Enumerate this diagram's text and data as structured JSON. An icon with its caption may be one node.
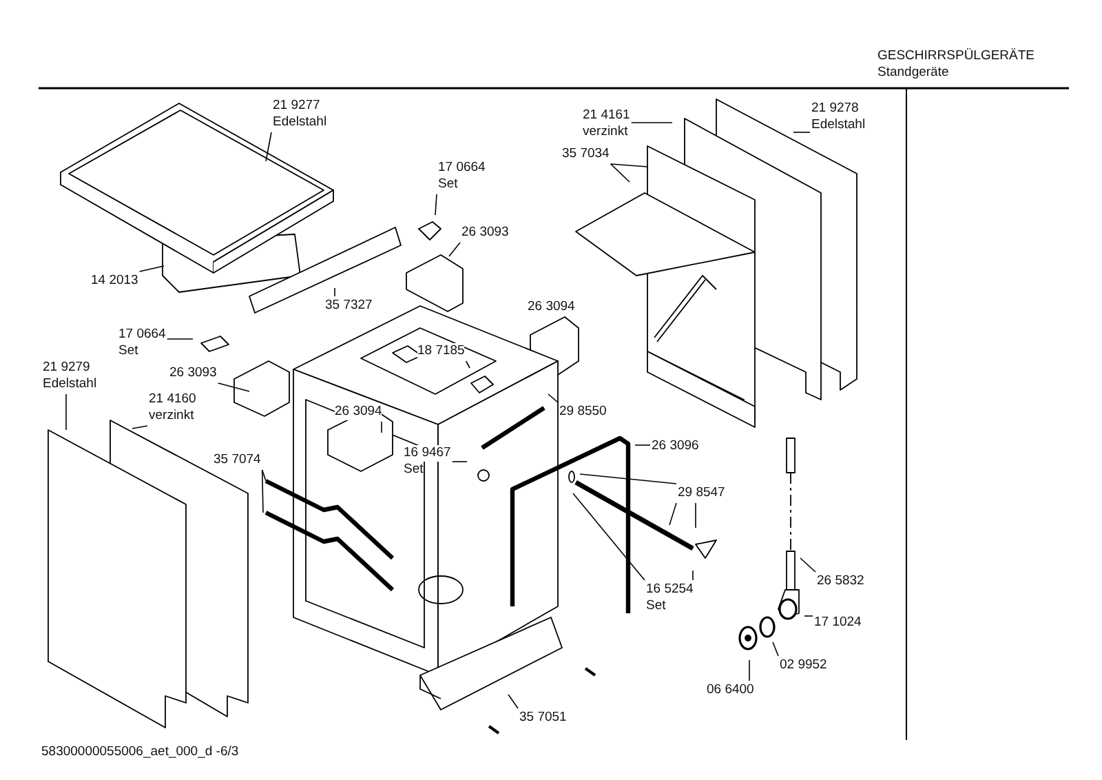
{
  "diagram": {
    "nodes": [
      {
        "text": [
          "21 9277",
          "Edelstahl"
        ]
      },
      {
        "text": [
          "21 4161",
          "verzinkt"
        ]
      },
      {
        "text": [
          "21 9278",
          "Edelstahl"
        ]
      },
      {
        "text": [
          "35 7034"
        ]
      },
      {
        "text": [
          "17 0664",
          "Set"
        ]
      },
      {
        "text": [
          "26 3093"
        ]
      },
      {
        "text": [
          "14 2013"
        ]
      },
      {
        "text": [
          "35 7327"
        ]
      },
      {
        "text": [
          "17 0664",
          "Set"
        ]
      },
      {
        "text": [
          "18 7185"
        ]
      },
      {
        "text": [
          "26 3093"
        ]
      },
      {
        "text": [
          "21 9279",
          "Edelstahl"
        ]
      },
      {
        "text": [
          "21 4160",
          "verzinkt"
        ]
      },
      {
        "text": [
          "26 3094"
        ]
      },
      {
        "text": [
          "29 8550"
        ]
      },
      {
        "text": [
          "16 9467",
          "Set"
        ]
      },
      {
        "text": [
          "26 3096"
        ]
      },
      {
        "text": [
          "35 7074"
        ]
      },
      {
        "text": [
          "29 8547"
        ]
      },
      {
        "text": [
          "26 5832"
        ]
      },
      {
        "text": [
          "16 5254",
          "Set"
        ]
      },
      {
        "text": [
          "17 1024"
        ]
      },
      {
        "text": [
          "02 9952"
        ]
      },
      {
        "text": [
          "06 6400"
        ]
      },
      {
        "text": [
          "35 7051"
        ]
      }
    ],
    "edges": [
      {
        "from": 0,
        "to": null,
        "arrow": "none"
      },
      {
        "from": 1,
        "to": null,
        "arrow": "none"
      },
      {
        "from": 2,
        "to": null,
        "arrow": "none"
      },
      {
        "from": 3,
        "to": null,
        "arrow": "none"
      },
      {
        "from": 3,
        "to": null,
        "arrow": "none"
      },
      {
        "from": 4,
        "to": null,
        "arrow": "none"
      },
      {
        "from": 5,
        "to": null,
        "arrow": "none"
      },
      {
        "from": 6,
        "to": null,
        "arrow": "none"
      },
      {
        "from": 7,
        "to": null,
        "arrow": "none"
      },
      {
        "from": 8,
        "to": null,
        "arrow": "none"
      },
      {
        "from": 9,
        "to": null,
        "arrow": "none"
      },
      {
        "from": 10,
        "to": null,
        "arrow": "none"
      },
      {
        "from": 11,
        "to": null,
        "arrow": "none"
      },
      {
        "from": 12,
        "to": null,
        "arrow": "none"
      },
      {
        "from": 13,
        "to": null,
        "arrow": "none"
      },
      {
        "from": 14,
        "to": null,
        "arrow": "none"
      },
      {
        "from": 15,
        "to": null,
        "arrow": "none"
      },
      {
        "from": 16,
        "to": null,
        "arrow": "none"
      },
      {
        "from": 17,
        "to": null,
        "arrow": "none"
      },
      {
        "from": 17,
        "to": null,
        "arrow": "none"
      },
      {
        "from": 18,
        "to": null,
        "arrow": "none"
      },
      {
        "from": 18,
        "to": null,
        "arrow": "none"
      },
      {
        "from": 18,
        "to": null,
        "arrow": "none"
      },
      {
        "from": 19,
        "to": null,
        "arrow": "none"
      },
      {
        "from": 20,
        "to": null,
        "arrow": "none"
      },
      {
        "from": 20,
        "to": null,
        "arrow": "none"
      },
      {
        "from": 21,
        "to": null,
        "arrow": "none"
      },
      {
        "from": 22,
        "to": null,
        "arrow": "none"
      },
      {
        "from": 23,
        "to": null,
        "arrow": "none"
      },
      {
        "from": 24,
        "to": null,
        "arrow": "none"
      }
    ],
    "labels": [
      "GESCHIRRSPÜLGERÄTE",
      "Standgeräte",
      "26 3094",
      "58300000055006_aet_000_d -6/3"
    ]
  }
}
